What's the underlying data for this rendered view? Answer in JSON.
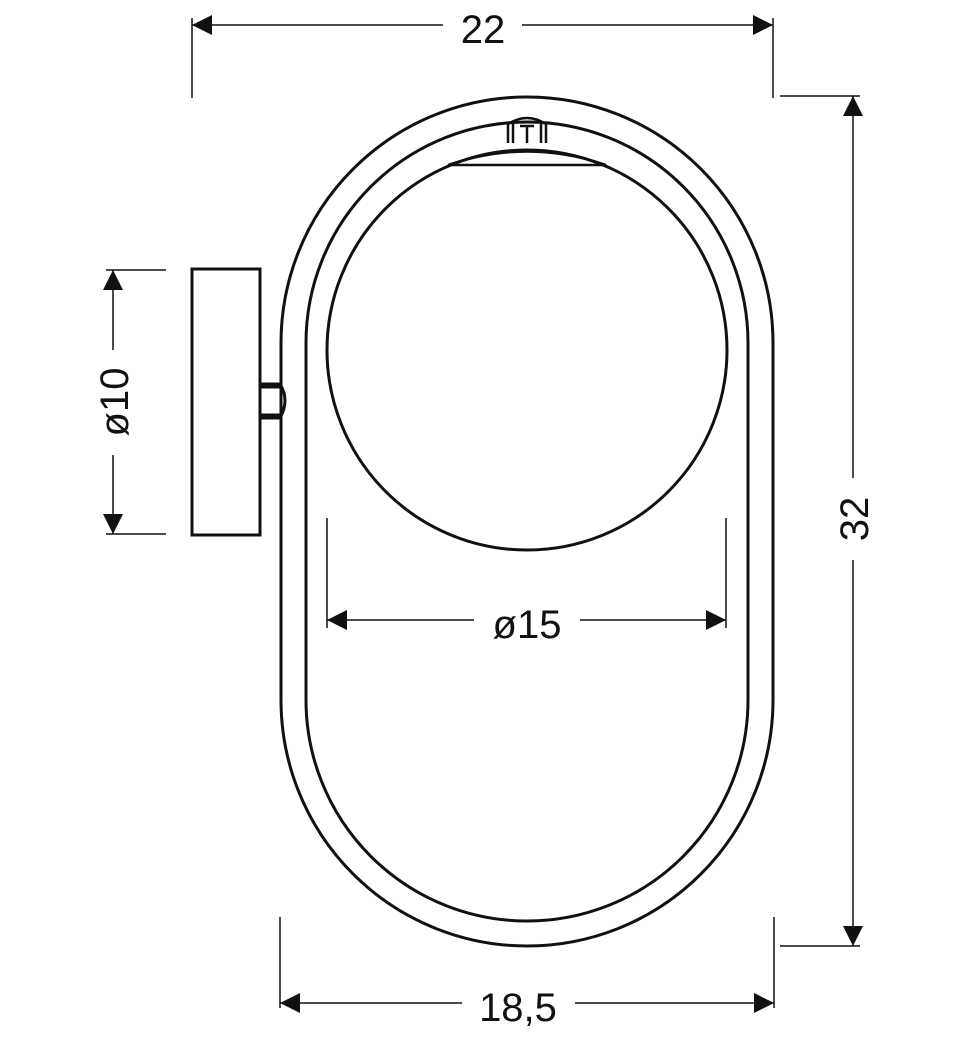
{
  "diagram": {
    "type": "technical-dimension-drawing",
    "subject": "wall lamp with oval ring frame and globe shade",
    "units_shown": false,
    "colors": {
      "line": "#111111",
      "background": "#ffffff"
    },
    "dimensions": {
      "overall_width": {
        "label": "22",
        "position": "top"
      },
      "overall_height": {
        "label": "32",
        "position": "right"
      },
      "ring_width": {
        "label": "18,5",
        "position": "bottom"
      },
      "globe_diameter": {
        "label": "ø15",
        "position": "center"
      },
      "mount_diameter": {
        "label": "ø10",
        "position": "left"
      }
    },
    "parts": [
      "wall-mount-plate",
      "mount-connector",
      "outer-oval-ring",
      "inner-oval-ring",
      "globe-shade",
      "lamp-holder-cap"
    ]
  }
}
